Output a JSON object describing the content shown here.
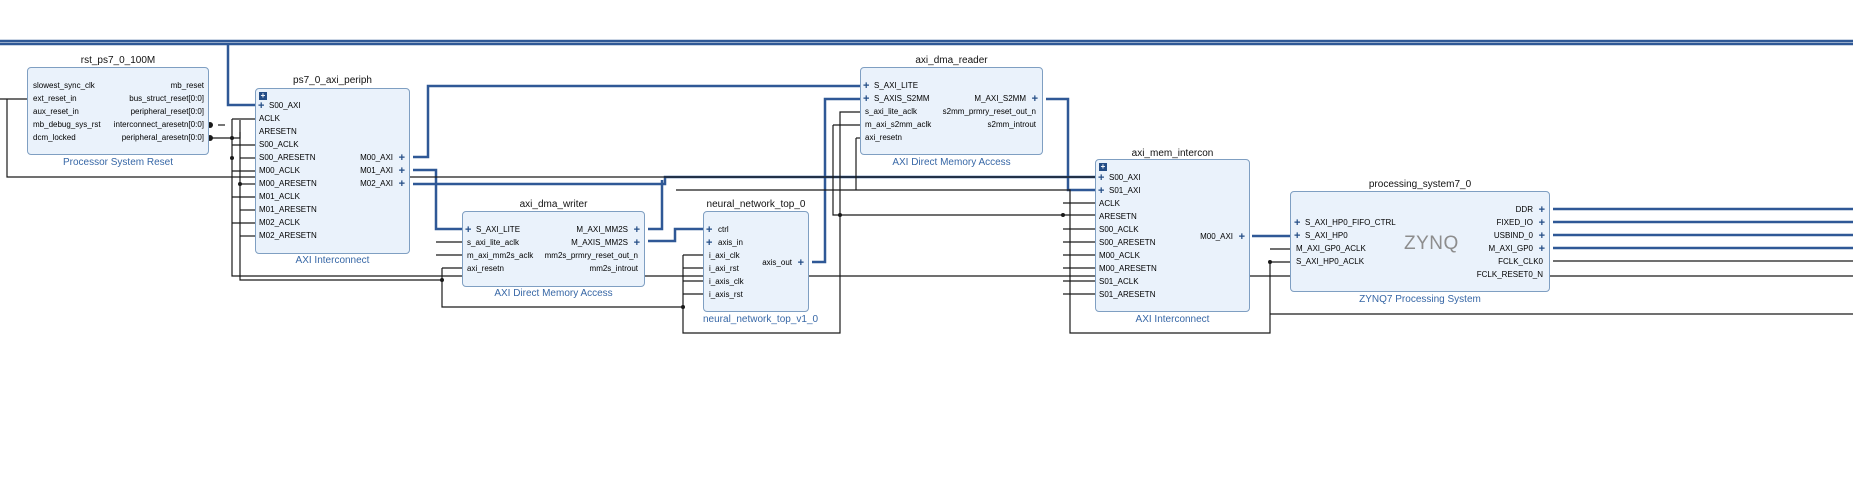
{
  "colors": {
    "block_fill": "#eaf2fb",
    "block_border": "#7f9fc2",
    "bus": "#2f5896",
    "net": "#1a1a1a",
    "subtitle": "#3767a6"
  },
  "blocks": {
    "rst": {
      "title": "rst_ps7_0_100M",
      "subtitle": "Processor System Reset",
      "left_pins": [
        "slowest_sync_clk",
        "ext_reset_in",
        "aux_reset_in",
        "mb_debug_sys_rst",
        "dcm_locked"
      ],
      "right_pins": [
        "mb_reset",
        "bus_struct_reset[0:0]",
        "peripheral_reset[0:0]",
        "interconnect_aresetn[0:0]",
        "peripheral_aresetn[0:0]"
      ]
    },
    "periph": {
      "title": "ps7_0_axi_periph",
      "subtitle": "AXI Interconnect",
      "expand_icon": "plus-box-icon",
      "left_pins": [
        "S00_AXI",
        "ACLK",
        "ARESETN",
        "S00_ACLK",
        "S00_ARESETN",
        "M00_ACLK",
        "M00_ARESETN",
        "M01_ACLK",
        "M01_ARESETN",
        "M02_ACLK",
        "M02_ARESETN"
      ],
      "right_pins": [
        "M00_AXI",
        "M01_AXI",
        "M02_AXI"
      ]
    },
    "writer": {
      "title": "axi_dma_writer",
      "subtitle": "AXI Direct Memory Access",
      "left_pins": [
        "S_AXI_LITE",
        "s_axi_lite_aclk",
        "m_axi_mm2s_aclk",
        "axi_resetn"
      ],
      "right_pins": [
        "M_AXI_MM2S",
        "M_AXIS_MM2S",
        "mm2s_prmry_reset_out_n",
        "mm2s_introut"
      ]
    },
    "nn": {
      "title": "neural_network_top_0",
      "subtitle": "neural_network_top_v1_0",
      "left_pins": [
        "ctrl",
        "axis_in",
        "i_axi_clk",
        "i_axi_rst",
        "i_axis_clk",
        "i_axis_rst"
      ],
      "right_pins": [
        "axis_out"
      ]
    },
    "reader": {
      "title": "axi_dma_reader",
      "subtitle": "AXI Direct Memory Access",
      "left_pins": [
        "S_AXI_LITE",
        "S_AXIS_S2MM",
        "s_axi_lite_aclk",
        "m_axi_s2mm_aclk",
        "axi_resetn"
      ],
      "right_pins": [
        "M_AXI_S2MM",
        "s2mm_prmry_reset_out_n",
        "s2mm_introut"
      ]
    },
    "mem": {
      "title": "axi_mem_intercon",
      "subtitle": "AXI Interconnect",
      "expand_icon": "plus-box-icon",
      "left_pins": [
        "S00_AXI",
        "S01_AXI",
        "ACLK",
        "ARESETN",
        "S00_ACLK",
        "S00_ARESETN",
        "M00_ACLK",
        "M00_ARESETN",
        "S01_ACLK",
        "S01_ARESETN"
      ],
      "right_pins": [
        "M00_AXI"
      ]
    },
    "ps7": {
      "title": "processing_system7_0",
      "subtitle": "ZYNQ7 Processing System",
      "logo": "ZYNQ",
      "left_pins": [
        "S_AXI_HP0_FIFO_CTRL",
        "S_AXI_HP0",
        "M_AXI_GP0_ACLK",
        "S_AXI_HP0_ACLK"
      ],
      "right_pins": [
        "DDR",
        "FIXED_IO",
        "USBIND_0",
        "M_AXI_GP0",
        "FCLK_CLK0",
        "FCLK_RESET0_N"
      ]
    }
  }
}
